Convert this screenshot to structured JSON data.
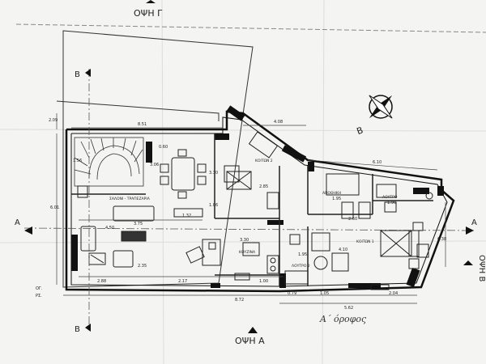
{
  "plan": {
    "facade_top": "ΟΨΗ Γ",
    "facade_bottom": "ΟΨΗ Α",
    "facade_right": "ΟΨΗ Β",
    "section_a": "A",
    "section_b": "B",
    "north_letter": "B",
    "signature": "Α΄ όροφος",
    "rooms": {
      "living": "ΣΑΛΟΝΙ - ΤΡΑΠΕΖΑΡΙΑ",
      "bedroom2": "ΚΟΙΤΩΝ 2",
      "bedroom1": "ΚΟΙΤΩΝ 1",
      "kitchen": "ΚΟΥΖΙΝΑ",
      "bath2": "ΛΟΥΤΡΟ 2",
      "bath": "ΛΟΥΤΡΟ",
      "storage": "ΑΠΟΘΗΚΗ"
    },
    "dims": {
      "top_left": "8.51",
      "top_mid": "4.08",
      "top_right": "6.10",
      "bottom_total": "8.72",
      "bottom_right": "5.62",
      "bottom_a": "2.88",
      "bottom_b": "2.17",
      "bottom_c": "1.00",
      "bottom_d": "0.79",
      "bottom_e": "1.05",
      "bottom_f": "2.04",
      "left_upper": "2.09",
      "left_lower": "6.01",
      "right_side": "6.38",
      "living_w": "3.75",
      "living_d": "4.50",
      "stair_h": "3.06",
      "bed2_w": "2.85",
      "bed2_h": "3.30",
      "kitchen_h": "3.30",
      "kitchen_w": "2.35",
      "bed1_h": "4.10",
      "bath_w": "1.90",
      "storage_w": "1.95",
      "corr_w": "0.60",
      "cell": "1.32",
      "hall": "1.06",
      "lvl_og": "ΟΓ.",
      "lvl_ps": "ΡΣ.",
      "left_ax": "1.56",
      "bath2_w": "1.95",
      "bed1_w": "2.60"
    }
  }
}
